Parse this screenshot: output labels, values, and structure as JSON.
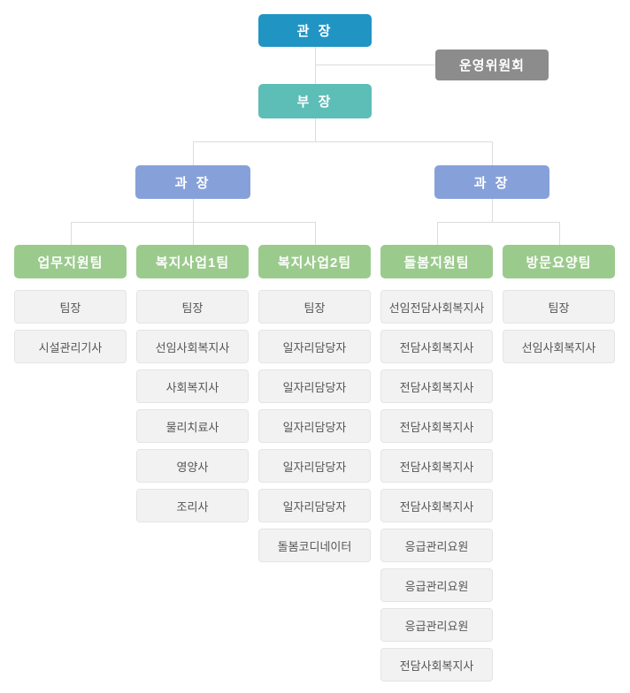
{
  "org_chart": {
    "colors": {
      "director": "#2095c4",
      "committee": "#8c8c8c",
      "dept_head": "#5dbdb7",
      "manager": "#86a1da",
      "team": "#9bca8d",
      "member_bg": "#f2f2f2",
      "member_border": "#e4e4e4",
      "member_text": "#555555",
      "line": "#dcdcdc"
    },
    "director": {
      "label": "관 장"
    },
    "committee": {
      "label": "운영위원회"
    },
    "dept_head": {
      "label": "부 장"
    },
    "managers": [
      {
        "label": "과 장"
      },
      {
        "label": "과 장"
      }
    ],
    "teams": [
      {
        "name": "업무지원팀",
        "members": [
          "팀장",
          "시설관리기사"
        ]
      },
      {
        "name": "복지사업1팀",
        "members": [
          "팀장",
          "선임사회복지사",
          "사회복지사",
          "물리치료사",
          "영양사",
          "조리사"
        ]
      },
      {
        "name": "복지사업2팀",
        "members": [
          "팀장",
          "일자리담당자",
          "일자리담당자",
          "일자리담당자",
          "일자리담당자",
          "일자리담당자",
          "돌봄코디네이터"
        ]
      },
      {
        "name": "돌봄지원팀",
        "members": [
          "선임전담사회복지사",
          "전담사회복지사",
          "전담사회복지사",
          "전담사회복지사",
          "전담사회복지사",
          "전담사회복지사",
          "응급관리요원",
          "응급관리요원",
          "응급관리요원",
          "전담사회복지사"
        ]
      },
      {
        "name": "방문요양팀",
        "members": [
          "팀장",
          "선임사회복지사"
        ]
      }
    ]
  }
}
